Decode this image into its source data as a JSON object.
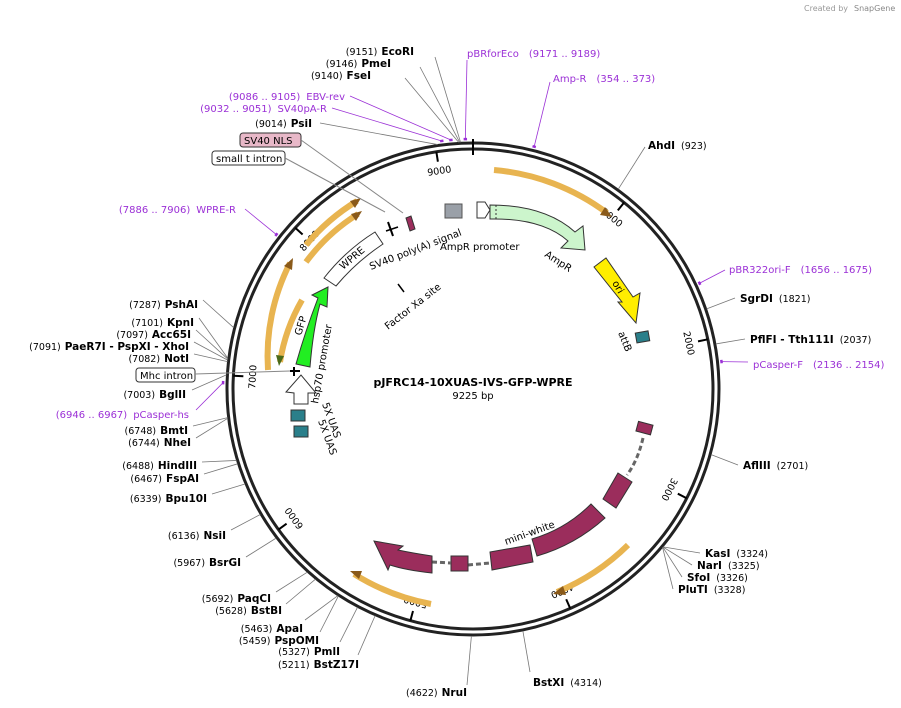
{
  "plasmid": {
    "name": "pJFRC14-10XUAS-IVS-GFP-WPRE",
    "size_label": "9225 bp",
    "credit_prefix": "Created by",
    "credit_brand": "SnapGene",
    "colors": {
      "backbone": "#222222",
      "primer": "#9b30d6",
      "white_gene": "#9b2d5c",
      "gfp": "#22ee22",
      "ori": "#ffee00",
      "ampr": "#ccf5cc",
      "uas": "#2a7f8a",
      "orf_arrow": "#e8b450"
    }
  },
  "ticks": [
    {
      "label": "1000",
      "bp": 1000
    },
    {
      "label": "2000",
      "bp": 2000
    },
    {
      "label": "3000",
      "bp": 3000
    },
    {
      "label": "4000",
      "bp": 4000
    },
    {
      "label": "5000",
      "bp": 5000
    },
    {
      "label": "6000",
      "bp": 6000
    },
    {
      "label": "7000",
      "bp": 7000
    },
    {
      "label": "8000",
      "bp": 8000
    },
    {
      "label": "9000",
      "bp": 9000
    }
  ],
  "enzymes": [
    {
      "name": "EcoRI",
      "pos": "(9151)",
      "bp": 9151
    },
    {
      "name": "PmeI",
      "pos": "(9146)",
      "bp": 9146
    },
    {
      "name": "FseI",
      "pos": "(9140)",
      "bp": 9140
    },
    {
      "name": "PsiI",
      "pos": "(9014)",
      "bp": 9014
    },
    {
      "name": "AhdI",
      "pos": "(923)",
      "bp": 923
    },
    {
      "name": "SgrDI",
      "pos": "(1821)",
      "bp": 1821
    },
    {
      "name": "PflFI - Tth111I",
      "pos": "(2037)",
      "bp": 2037
    },
    {
      "name": "AflIII",
      "pos": "(2701)",
      "bp": 2701
    },
    {
      "name": "KasI",
      "pos": "(3324)",
      "bp": 3324
    },
    {
      "name": "NarI",
      "pos": "(3325)",
      "bp": 3325
    },
    {
      "name": "SfoI",
      "pos": "(3326)",
      "bp": 3326
    },
    {
      "name": "PluTI",
      "pos": "(3328)",
      "bp": 3328
    },
    {
      "name": "BstXI",
      "pos": "(4314)",
      "bp": 4314
    },
    {
      "name": "NruI",
      "pos": "(4622)",
      "bp": 4622
    },
    {
      "name": "BstZ17I",
      "pos": "(5211)",
      "bp": 5211
    },
    {
      "name": "PmlI",
      "pos": "(5327)",
      "bp": 5327
    },
    {
      "name": "PspOMI",
      "pos": "(5459)",
      "bp": 5459
    },
    {
      "name": "ApaI",
      "pos": "(5463)",
      "bp": 5463
    },
    {
      "name": "BstBI",
      "pos": "(5628)",
      "bp": 5628
    },
    {
      "name": "PaqCI",
      "pos": "(5692)",
      "bp": 5692
    },
    {
      "name": "BsrGI",
      "pos": "(5967)",
      "bp": 5967
    },
    {
      "name": "NsiI",
      "pos": "(6136)",
      "bp": 6136
    },
    {
      "name": "Bpu10I",
      "pos": "(6339)",
      "bp": 6339
    },
    {
      "name": "FspAI",
      "pos": "(6467)",
      "bp": 6467
    },
    {
      "name": "HindIII",
      "pos": "(6488)",
      "bp": 6488
    },
    {
      "name": "NheI",
      "pos": "(6744)",
      "bp": 6744
    },
    {
      "name": "BmtI",
      "pos": "(6748)",
      "bp": 6748
    },
    {
      "name": "BglII",
      "pos": "(7003)",
      "bp": 7003
    },
    {
      "name": "NotI",
      "pos": "(7082)",
      "bp": 7082
    },
    {
      "name": "PaeR7I - PspXI - XhoI",
      "pos": "(7091)",
      "bp": 7091
    },
    {
      "name": "Acc65I",
      "pos": "(7097)",
      "bp": 7097
    },
    {
      "name": "KpnI",
      "pos": "(7101)",
      "bp": 7101
    },
    {
      "name": "PshAI",
      "pos": "(7287)",
      "bp": 7287
    }
  ],
  "primers": [
    {
      "name": "pBRforEco",
      "range": "(9171 .. 9189)",
      "bp": 9180
    },
    {
      "name": "Amp-R",
      "range": "(354 .. 373)",
      "bp": 363
    },
    {
      "name": "EBV-rev",
      "range": "(9086 .. 9105)",
      "bp": 9095
    },
    {
      "name": "SV40pA-R",
      "range": "(9032 .. 9051)",
      "bp": 9041
    },
    {
      "name": "WPRE-R",
      "range": "(7886 .. 7906)",
      "bp": 7896
    },
    {
      "name": "pBR322ori-F",
      "range": "(1656 .. 1675)",
      "bp": 1665
    },
    {
      "name": "pCasper-F",
      "range": "(2136 .. 2154)",
      "bp": 2145
    },
    {
      "name": "pCasper-hs",
      "range": "(6946 .. 6967)",
      "bp": 6956
    }
  ],
  "boxed_features": [
    {
      "name": "SV40 NLS",
      "shaded": true
    },
    {
      "name": "small t intron",
      "shaded": false
    },
    {
      "name": "Mhc intron",
      "shaded": false
    }
  ],
  "features": {
    "ampr": "AmpR",
    "ampr_promoter": "AmpR promoter",
    "ori": "ori",
    "attb": "attB",
    "mini_white": "mini-white",
    "gfp": "GFP",
    "wpre": "WPRE",
    "hsp70": "hsp70 promoter",
    "uas1": "5X UAS",
    "uas2": "5X UAS",
    "sv40_polya": "SV40 poly(A) signal",
    "factor_xa": "Factor Xa site"
  }
}
